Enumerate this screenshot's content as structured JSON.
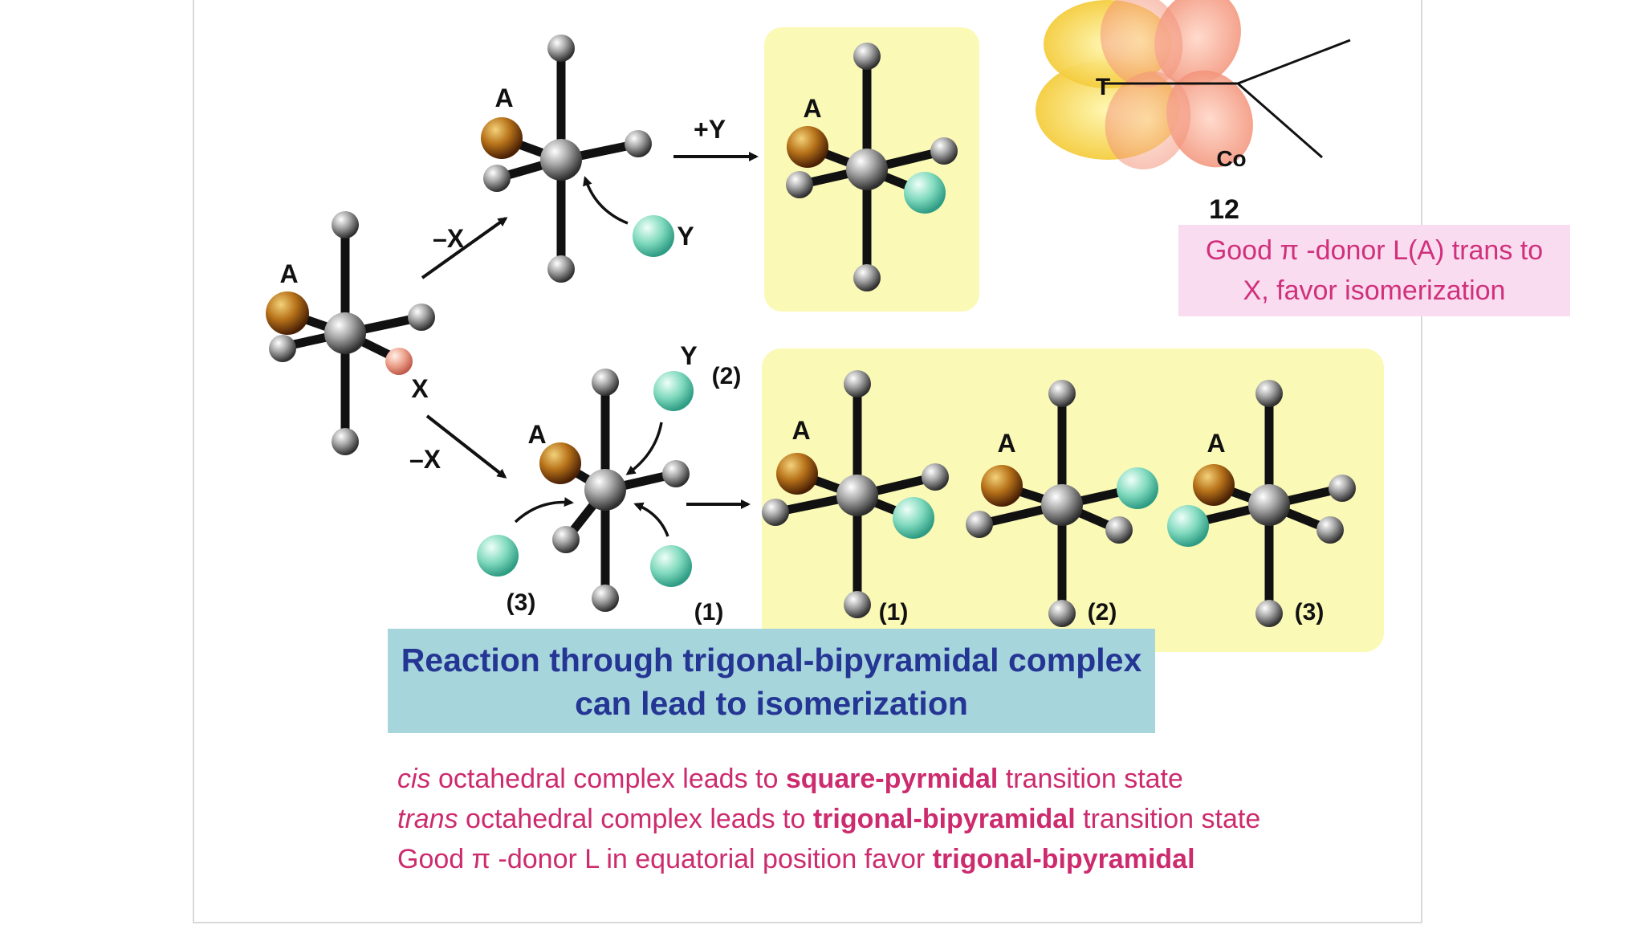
{
  "labels": {
    "A": "A",
    "X": "X",
    "Y": "Y",
    "minus_x": "–X",
    "plus_y": "+Y",
    "T": "T",
    "Co": "Co",
    "compound_num": "12",
    "p1": "(1)",
    "p2": "(2)",
    "p3": "(3)"
  },
  "pink_box": {
    "line1": "Good π -donor L(A) trans to",
    "line2": "X, favor isomerization"
  },
  "teal_box": {
    "line1": "Reaction through trigonal-bipyramidal complex",
    "line2": "can lead to isomerization"
  },
  "notes": {
    "l1_italic": "cis",
    "l1_a": " octahedral complex leads to ",
    "l1_bold": "square-pyrmidal",
    "l1_b": " transition state",
    "l2_italic": "trans",
    "l2_a": " octahedral complex  leads to ",
    "l2_bold": "trigonal-bipyramidal",
    "l2_b": " transition state",
    "l3_a": "Good π -donor L in equatorial position favor ",
    "l3_bold": "trigonal-bipyramidal"
  },
  "colors": {
    "highlight_yellow": "#fbf9b6",
    "pink_box": "#f9dcef",
    "teal_box": "#a6d6dc",
    "text_pink": "#cc2b6e",
    "text_blue": "#253594",
    "atom_gray": "#8a8a8a",
    "atom_A": "#b8731a",
    "atom_X": "#e89a88",
    "atom_Y": "#6fd1b3"
  }
}
